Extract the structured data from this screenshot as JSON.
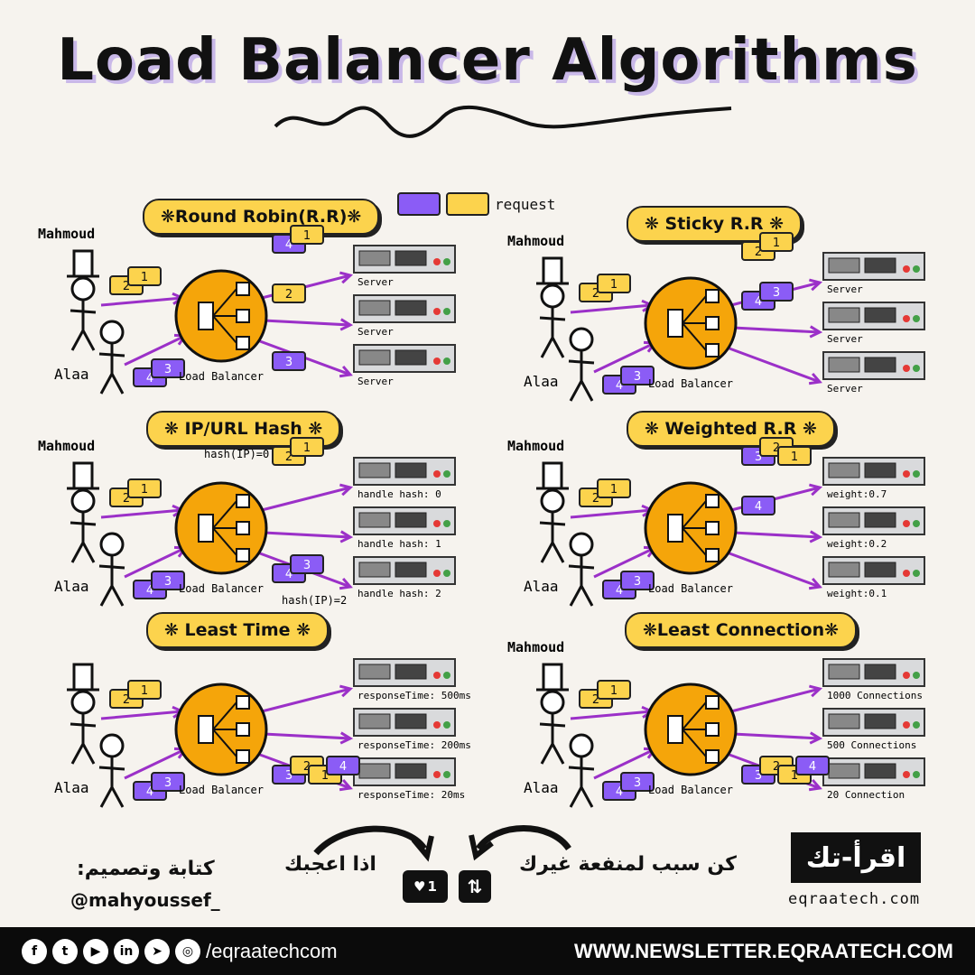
{
  "title": "Load Balancer Algorithms",
  "legend": {
    "label": "request",
    "colors": {
      "purple": "#8b5cf6",
      "yellow": "#fcd34d"
    }
  },
  "colors": {
    "balancer": "#f5a50a",
    "arrow": "#9b30c8",
    "server": "#d9dadc"
  },
  "panels": [
    {
      "title": "❋Round Robin(R.R)❋",
      "clients": [
        "Mahmoud",
        "Alaa"
      ],
      "balancer": "Load Balancer",
      "servers": [
        "Server",
        "Server",
        "Server"
      ],
      "requests": {
        "mahmoud": [
          [
            "2",
            "yellow"
          ],
          [
            "1",
            "yellow"
          ]
        ],
        "alaa": [
          [
            "4",
            "purple"
          ],
          [
            "3",
            "purple"
          ]
        ],
        "s1": [
          [
            "4",
            "purple"
          ],
          [
            "1",
            "yellow"
          ]
        ],
        "s2": [
          [
            "2",
            "yellow"
          ]
        ],
        "s3": [
          [
            "3",
            "purple"
          ]
        ]
      }
    },
    {
      "title": "❋   Sticky R.R   ❋",
      "clients": [
        "Mahmoud",
        "Alaa"
      ],
      "balancer": "Load Balancer",
      "servers": [
        "Server",
        "Server",
        "Server"
      ],
      "requests": {
        "mahmoud": [
          [
            "2",
            "yellow"
          ],
          [
            "1",
            "yellow"
          ]
        ],
        "alaa": [
          [
            "4",
            "purple"
          ],
          [
            "3",
            "purple"
          ]
        ],
        "s1": [
          [
            "2",
            "yellow"
          ],
          [
            "1",
            "yellow"
          ]
        ],
        "s2": [
          [
            "4",
            "purple"
          ],
          [
            "3",
            "purple"
          ]
        ],
        "s3": []
      }
    },
    {
      "title": "❋ IP/URL Hash ❋",
      "clients": [
        "Mahmoud",
        "Alaa"
      ],
      "balancer": "Load Balancer",
      "servers": [
        "handle hash: 0",
        "handle hash: 1",
        "handle hash: 2"
      ],
      "annotations": [
        "hash(IP)=0",
        "hash(IP)=2"
      ],
      "requests": {
        "mahmoud": [
          [
            "2",
            "yellow"
          ],
          [
            "1",
            "yellow"
          ]
        ],
        "alaa": [
          [
            "4",
            "purple"
          ],
          [
            "3",
            "purple"
          ]
        ],
        "s1": [
          [
            "2",
            "yellow"
          ],
          [
            "1",
            "yellow"
          ]
        ],
        "s2": [],
        "s3": [
          [
            "4",
            "purple"
          ],
          [
            "3",
            "purple"
          ]
        ]
      }
    },
    {
      "title": "❋ Weighted R.R ❋",
      "clients": [
        "Mahmoud",
        "Alaa"
      ],
      "balancer": "Load Balancer",
      "servers": [
        "weight:0.7",
        "weight:0.2",
        "weight:0.1"
      ],
      "requests": {
        "mahmoud": [
          [
            "2",
            "yellow"
          ],
          [
            "1",
            "yellow"
          ]
        ],
        "alaa": [
          [
            "4",
            "purple"
          ],
          [
            "3",
            "purple"
          ]
        ],
        "s1": [
          [
            "3",
            "purple"
          ],
          [
            "2",
            "yellow"
          ],
          [
            "1",
            "yellow"
          ]
        ],
        "s2": [
          [
            "4",
            "purple"
          ]
        ],
        "s3": []
      }
    },
    {
      "title": "❋   Least Time   ❋",
      "clients": [
        "",
        "Alaa"
      ],
      "balancer": "Load Balancer",
      "servers": [
        "responseTime: 500ms",
        "responseTime: 200ms",
        "responseTime: 20ms"
      ],
      "requests": {
        "mahmoud": [
          [
            "2",
            "yellow"
          ],
          [
            "1",
            "yellow"
          ]
        ],
        "alaa": [
          [
            "4",
            "purple"
          ],
          [
            "3",
            "purple"
          ]
        ],
        "s1": [],
        "s2": [],
        "s3": [
          [
            "3",
            "purple"
          ],
          [
            "2",
            "yellow"
          ],
          [
            "1",
            "yellow"
          ],
          [
            "4",
            "purple"
          ]
        ]
      }
    },
    {
      "title": "❋Least Connection❋",
      "clients": [
        "Mahmoud",
        "Alaa"
      ],
      "balancer": "Load Balancer",
      "servers": [
        "1000 Connections",
        "500 Connections",
        "20 Connection"
      ],
      "requests": {
        "mahmoud": [
          [
            "2",
            "yellow"
          ],
          [
            "1",
            "yellow"
          ]
        ],
        "alaa": [
          [
            "4",
            "purple"
          ],
          [
            "3",
            "purple"
          ]
        ],
        "s1": [],
        "s2": [],
        "s3": [
          [
            "3",
            "purple"
          ],
          [
            "2",
            "yellow"
          ],
          [
            "1",
            "yellow"
          ],
          [
            "4",
            "purple"
          ]
        ]
      }
    }
  ],
  "footer": {
    "credit_label": "كتابة وتصميم:",
    "credit_handle": "@mahyoussef_",
    "like_text": "اذا اعجبك",
    "share_text": "كن سبب لمنفعة غيرك",
    "like_count": "1",
    "logo_text": "اقرأ-تك",
    "site": "eqraatech.com",
    "social_handle": "/eqraatechcom",
    "social_icons": [
      "facebook-icon",
      "twitter-icon",
      "youtube-icon",
      "linkedin-icon",
      "telegram-icon",
      "github-icon"
    ],
    "newsletter": "WWW.NEWSLETTER.EQRAATECH.COM"
  }
}
